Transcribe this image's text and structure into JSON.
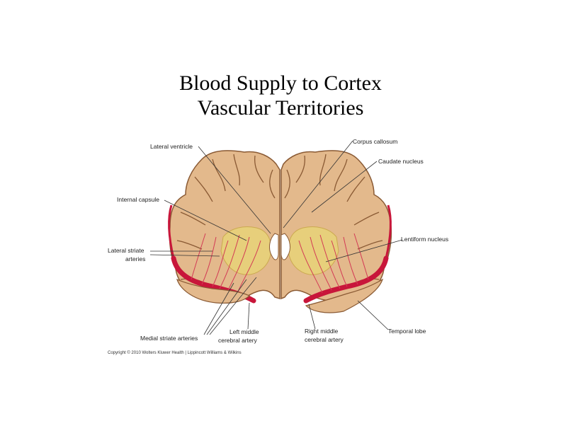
{
  "title": {
    "line1": "Blood Supply to Cortex",
    "line2": "Vascular Territories"
  },
  "labels": {
    "lateral_ventricle": "Lateral ventricle",
    "corpus_callosum": "Corpus callosum",
    "caudate_nucleus": "Caudate nucleus",
    "internal_capsule": "Internal capsule",
    "lentiform_nucleus": "Lentiform nucleus",
    "lateral_striate_1": "Lateral striate",
    "lateral_striate_2": "arteries",
    "medial_striate": "Medial striate arteries",
    "left_mca_1": "Left middle",
    "left_mca_2": "cerebral artery",
    "right_mca_1": "Right middle",
    "right_mca_2": "cerebral artery",
    "temporal_lobe": "Temporal lobe"
  },
  "copyright": "Copyright © 2010 Wolters Kluwer Health | Lippincott Williams & Wilkins",
  "colors": {
    "brain_tissue": "#e3b98c",
    "gyrus_outline": "#8a5a34",
    "artery": "#c8163a",
    "basal_ganglia": "#e8d27a",
    "ventricle": "#ffffff",
    "leader_line": "#333333"
  }
}
